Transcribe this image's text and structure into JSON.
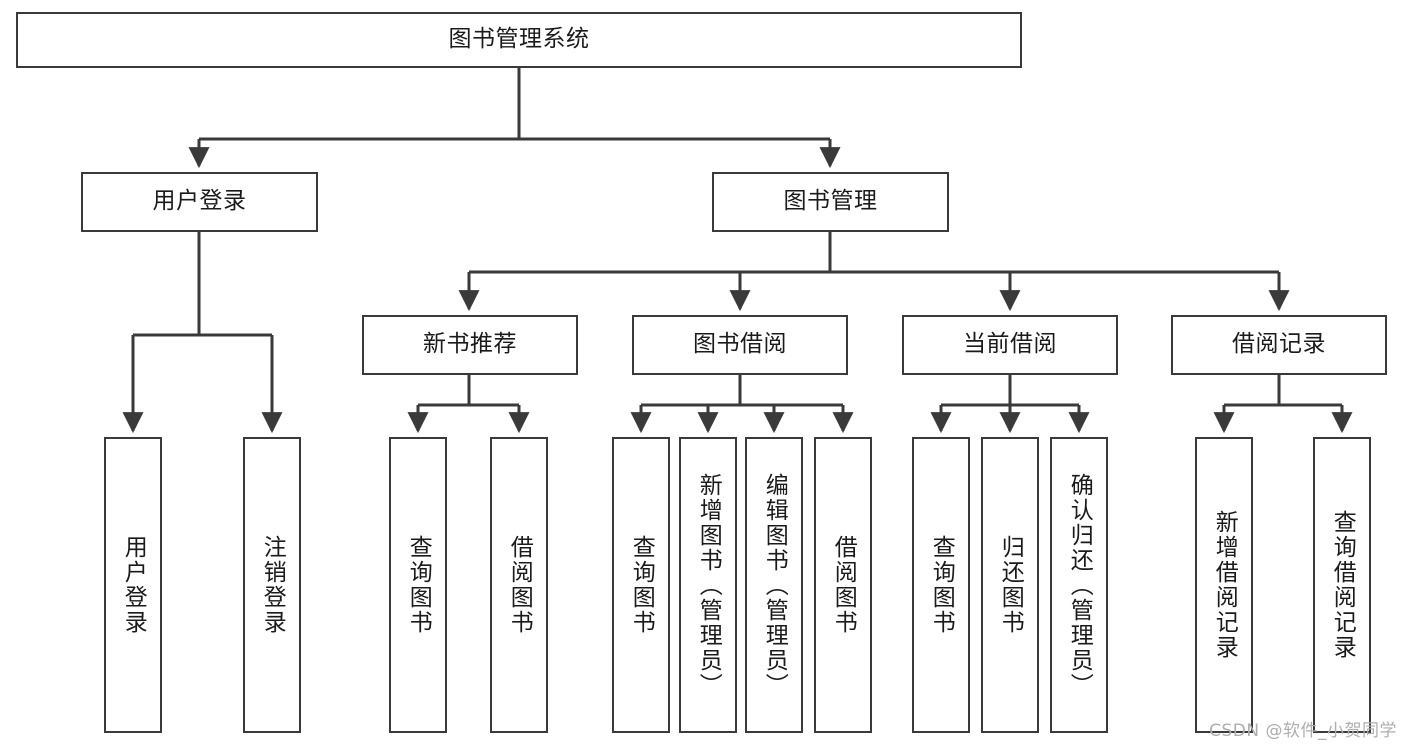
{
  "diagram": {
    "title": "图书管理系统",
    "type": "hierarchy-tree",
    "root": {
      "label": "图书管理系统"
    },
    "level2": [
      {
        "label": "用户登录"
      },
      {
        "label": "图书管理"
      }
    ],
    "level3": [
      {
        "label": "新书推荐"
      },
      {
        "label": "图书借阅"
      },
      {
        "label": "当前借阅"
      },
      {
        "label": "借阅记录"
      }
    ],
    "leaves": {
      "user_login": [
        {
          "label": "用户登录"
        },
        {
          "label": "注销登录"
        }
      ],
      "new_book_recommend": [
        {
          "label": "查询图书"
        },
        {
          "label": "借阅图书"
        }
      ],
      "book_borrow": [
        {
          "label": "查询图书"
        },
        {
          "label": "新增图书（管理员）"
        },
        {
          "label": "编辑图书（管理员）"
        },
        {
          "label": "借阅图书"
        }
      ],
      "current_borrow": [
        {
          "label": "查询图书"
        },
        {
          "label": "归还图书"
        },
        {
          "label": "确认归还（管理员）"
        }
      ],
      "borrow_record": [
        {
          "label": "新增借阅记录"
        },
        {
          "label": "查询借阅记录"
        }
      ]
    }
  },
  "watermark": {
    "text": "CSDN @软件_小贺同学"
  },
  "colors": {
    "stroke": "#3a3a3a",
    "fill": "#ffffff",
    "text": "#1b1b1b",
    "watermark": "#aeaeae"
  }
}
